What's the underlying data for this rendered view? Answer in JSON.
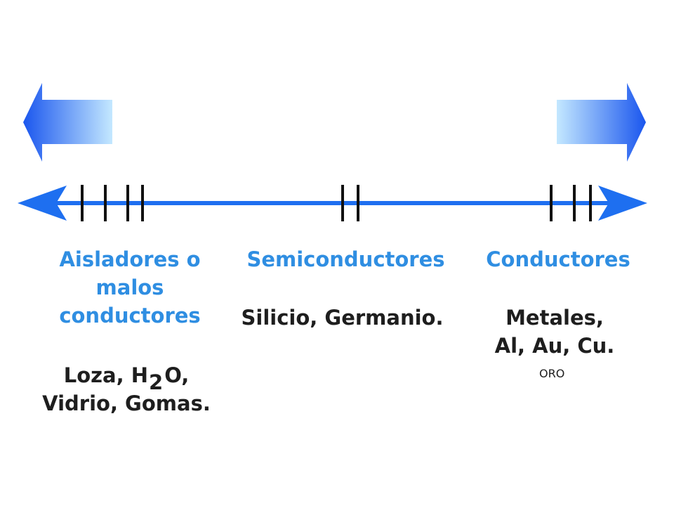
{
  "left_heading": [
    "Aisladores o",
    "malos",
    "conductores"
  ],
  "left_examples": {
    "line1_prefix": "Loza, H",
    "line1_sub": "2",
    "line1_suffix": "O,",
    "line2": "Vidrio, Gomas."
  },
  "middle_heading": "Semiconductores",
  "middle_examples": "Silicio, Germanio.",
  "right_heading": "Conductores",
  "right_examples": [
    "Metales,",
    "Al, Au, Cu."
  ],
  "right_note": "ORO",
  "colors": {
    "axis_blue": "#1e6ff0",
    "label_blue": "#2f8ee2",
    "arrow_dark": "#1a56ee",
    "arrow_light": "#bfe6ff",
    "tick": "#111111",
    "text": "#1e1e1e"
  }
}
